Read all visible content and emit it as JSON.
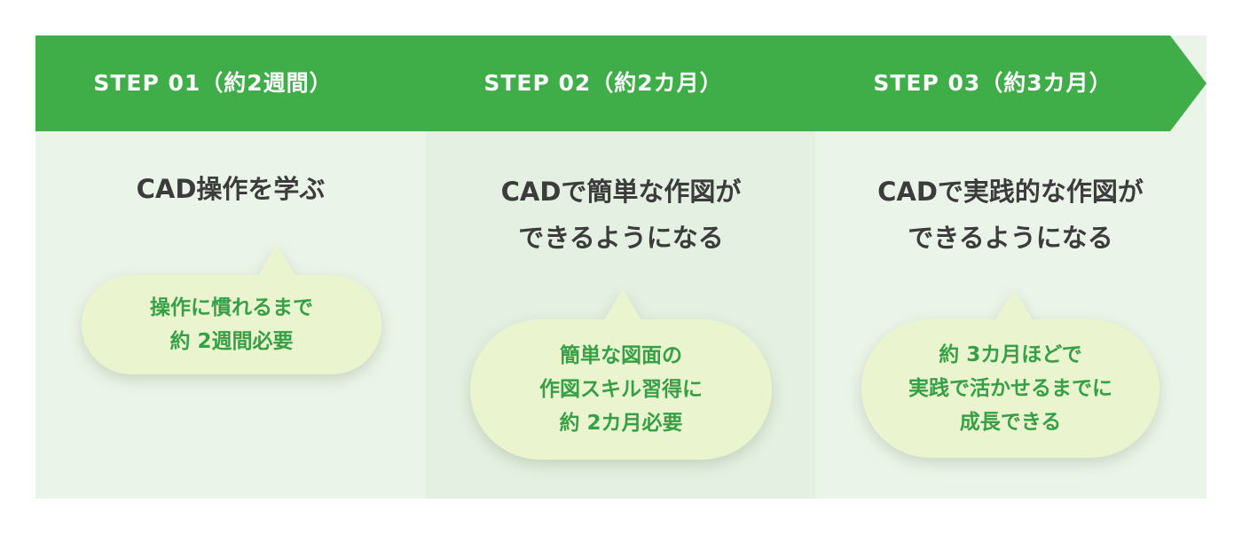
{
  "colors": {
    "banner_green": "#3fad48",
    "bubble_fill": "#eaf5cf",
    "bubble_text": "#37a046",
    "panel_bg": "#ebf4e8",
    "panel_bg_alt": "#e4f0e1",
    "heading_text": "#3c3c3c"
  },
  "steps": [
    {
      "banner": "STEP 01（約2週間）",
      "goal": [
        "CAD操作を学ぶ"
      ],
      "bubble": [
        "操作に慣れるまで",
        "約 2週間必要"
      ]
    },
    {
      "banner": "STEP 02（約2カ月）",
      "goal": [
        "CADで簡単な作図が",
        "できるようになる"
      ],
      "bubble": [
        "簡単な図面の",
        "作図スキル習得に",
        "約 2カ月必要"
      ]
    },
    {
      "banner": "STEP 03（約3カ月）",
      "goal": [
        "CADで実践的な作図が",
        "できるようになる"
      ],
      "bubble": [
        "約 3カ月ほどで",
        "実践で活かせるまでに",
        "成長できる"
      ]
    }
  ]
}
